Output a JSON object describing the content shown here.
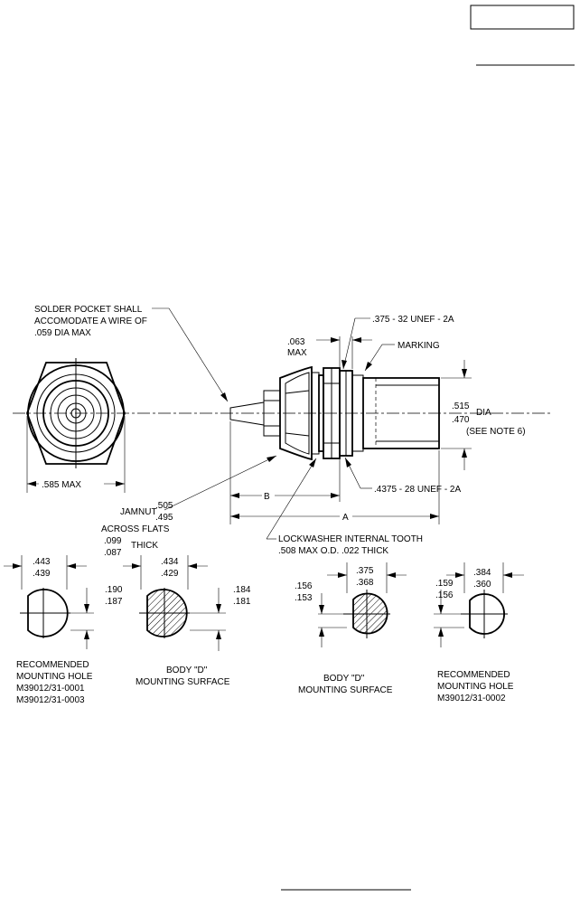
{
  "callouts": {
    "solder": [
      "SOLDER POCKET SHALL",
      "ACCOMODATE A WIRE OF",
      ".059 DIA MAX"
    ],
    "thread_top": ".375 - 32 UNEF - 2A",
    "wall": [
      ".063",
      "MAX"
    ],
    "marking": "MARKING",
    "dia": [
      ".515",
      ".470"
    ],
    "dia_label": "DIA",
    "see_note": "(SEE NOTE 6)",
    "hex_max": ".585 MAX",
    "dim_b": "B",
    "dim_a": "A",
    "thread_bottom": ".4375 - 28 UNEF - 2A",
    "jamnut": {
      "label": "JAMNUT",
      "flat_values": [
        ".505",
        ".495"
      ],
      "across": "ACROSS FLATS",
      "thick_values": [
        ".099",
        ".087"
      ],
      "thick": "THICK"
    },
    "lockwasher": [
      "LOCKWASHER INTERNAL TOOTH",
      ".508 MAX O.D. .022 THICK"
    ]
  },
  "details": [
    {
      "width": [
        ".443",
        ".439"
      ],
      "height": [
        ".190",
        ".187"
      ],
      "caption": [
        "RECOMMENDED",
        "MOUNTING HOLE",
        "M39012/31-0001",
        "M39012/31-0003"
      ]
    },
    {
      "width": [
        ".434",
        ".429"
      ],
      "height": [
        ".184",
        ".181"
      ],
      "caption": [
        "BODY \"D\"",
        "MOUNTING SURFACE"
      ]
    },
    {
      "width": [
        ".375",
        ".368"
      ],
      "height": [
        ".156",
        ".153"
      ],
      "caption": [
        "BODY \"D\"",
        "MOUNTING SURFACE"
      ]
    },
    {
      "width": [
        ".384",
        ".360"
      ],
      "height": [
        ".159",
        ".156"
      ],
      "caption": [
        "RECOMMENDED",
        "MOUNTING HOLE",
        "M39012/31-0002"
      ]
    }
  ]
}
